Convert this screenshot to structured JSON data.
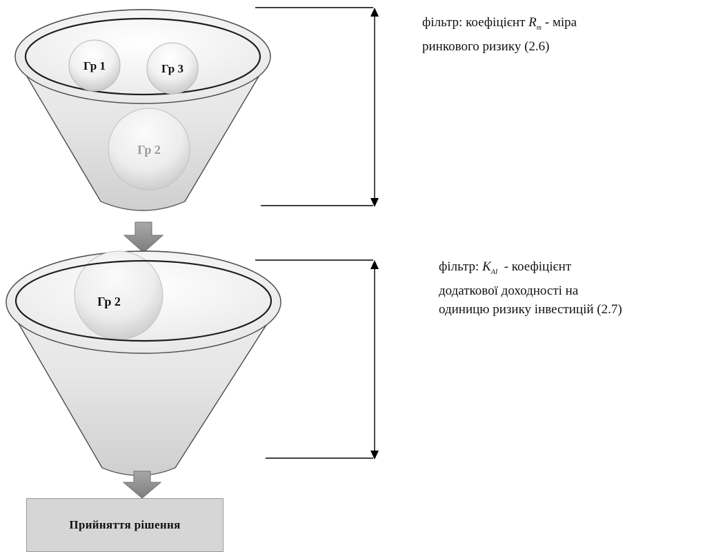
{
  "stage1": {
    "balls": {
      "g1": "Гр 1",
      "g3": "Гр 3",
      "g2": "Гр 2"
    },
    "caption": {
      "prefix": "фільтр: коефіцієнт ",
      "var_main": "R",
      "var_sub": "m",
      "suffix": " - міра",
      "line2": "ринкового ризику (2.6)"
    }
  },
  "stage2": {
    "balls": {
      "g2": "Гр 2"
    },
    "caption": {
      "prefix": "фільтр: ",
      "var_main": "K",
      "var_sub": "AI",
      "suffix": "  - коефіцієнт",
      "line2": "додаткової доходності на",
      "line3": "одиницю ризику інвестицій (2.7)"
    }
  },
  "decision": {
    "label": "Прийняття рішення"
  }
}
